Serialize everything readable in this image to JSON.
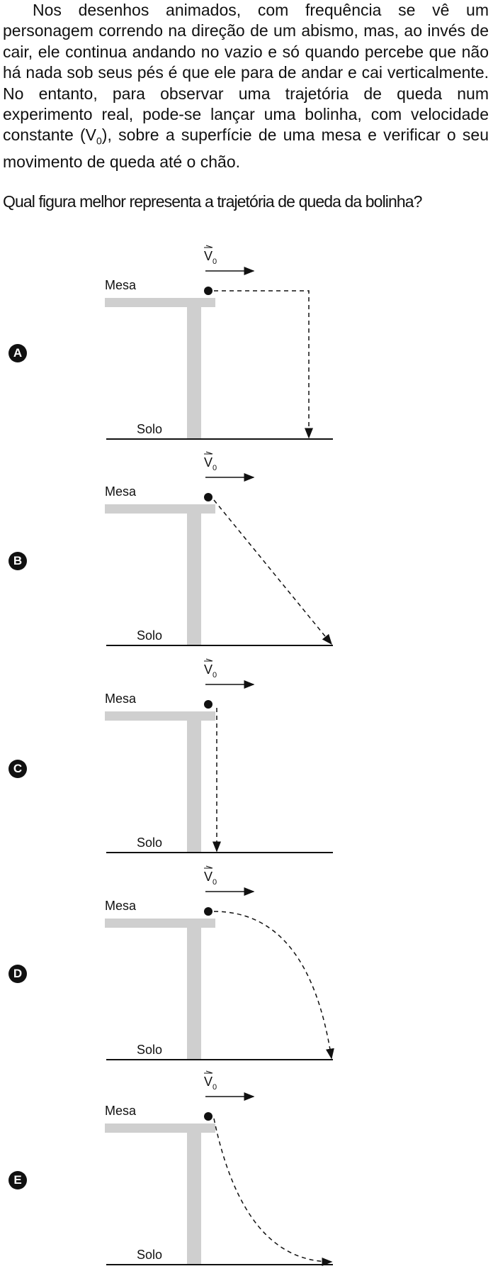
{
  "text": {
    "paragraph": "Nos desenhos animados, com frequência se vê um personagem correndo na direção de um abismo, mas, ao invés de cair, ele continua andando no vazio e só quando percebe que não há nada sob seus pés é que ele para de andar e cai verticalmente. No entanto, para observar uma trajetória de queda num experimento real, pode-se lançar uma bolinha, com velocidade constante (V0), sobre a superfície de uma mesa e verificar o seu movimento de queda até o chão.",
    "question": "Qual figura melhor representa a trajetória de queda da bolinha?"
  },
  "figure": {
    "table_label": "Mesa",
    "ground_label": "Solo",
    "velocity_symbol": "V",
    "velocity_subscript": "0"
  },
  "options": [
    {
      "letter": "A",
      "trajectory": "horizontal then vertical (right angle)"
    },
    {
      "letter": "B",
      "trajectory": "straight diagonal line"
    },
    {
      "letter": "C",
      "trajectory": "vertical drop at table edge"
    },
    {
      "letter": "D",
      "trajectory": "curve, horizontal start, steep end"
    },
    {
      "letter": "E",
      "trajectory": "curve, steep start, flattening at ground"
    }
  ]
}
